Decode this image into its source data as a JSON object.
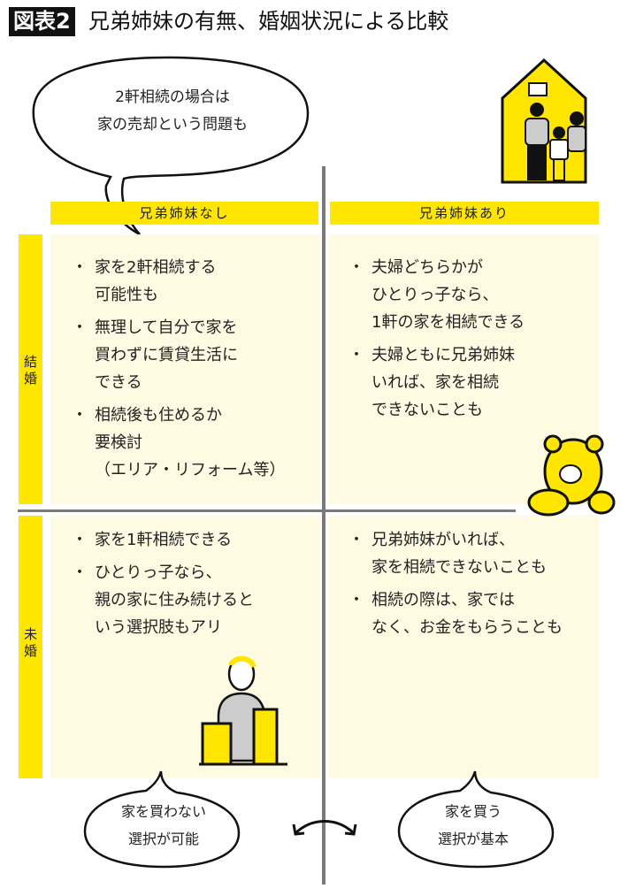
{
  "header": {
    "tag": "図表2",
    "title": "兄弟姉妹の有無、婚姻状況による比較"
  },
  "top_bubble": {
    "text": "2軒相続の場合は\n家の売却という問題も"
  },
  "columns": [
    "兄弟姉妹なし",
    "兄弟姉妹あり"
  ],
  "rows": [
    {
      "label": "結婚",
      "cells": [
        [
          "家を2軒相続する\n可能性も",
          "無理して自分で家を\n買わずに賃貸生活に\nできる",
          "相続後も住めるか\n要検討\n（エリア・リフォーム等）"
        ],
        [
          "夫婦どちらかが\nひとりっ子なら、\n1軒の家を相続できる",
          "夫婦ともに兄弟姉妹\nいれば、家を相続\nできないことも"
        ]
      ]
    },
    {
      "label": "未婚",
      "cells": [
        [
          "家を1軒相続できる",
          "ひとりっ子なら、\n親の家に住み続けると\nいう選択肢もアリ"
        ],
        [
          "兄弟姉妹がいれば、\n家を相続できないことも",
          "相続の際は、家では\nなく、お金をもらうことも"
        ]
      ]
    }
  ],
  "bottom_bubbles": [
    "家を買わない\n選択が可能",
    "家を買う\n選択が基本"
  ],
  "colors": {
    "yellow": "#ffe600",
    "cream": "#fffbe3",
    "line": "#7a7a7a"
  }
}
